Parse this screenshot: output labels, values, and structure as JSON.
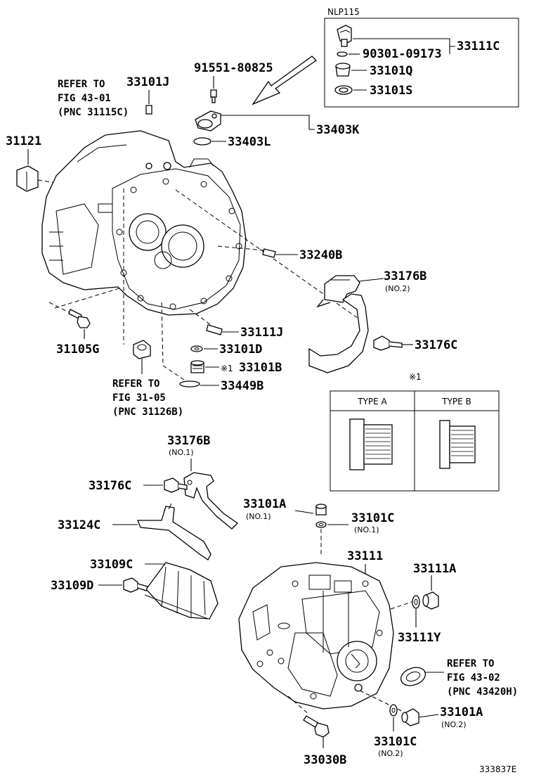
{
  "nlp_label": "NLP115",
  "parts": {
    "p33111C": "33111C",
    "p90301": "90301-09173",
    "p33101Q": "33101Q",
    "p33101S": "33101S",
    "p91551": "91551-80825",
    "p33101J": "33101J",
    "p33403K": "33403K",
    "p33403L": "33403L",
    "p31121": "31121",
    "p33240B": "33240B",
    "p33176B_top": "33176B",
    "p33176B_top_sub": "(NO.2)",
    "p33111J": "33111J",
    "p33176C_top": "33176C",
    "p31105G": "31105G",
    "p33101D": "33101D",
    "p33101B": "33101B",
    "p33101B_mark": "※1",
    "p33449B": "33449B",
    "p33176B_mid": "33176B",
    "p33176B_mid_sub": "(NO.1)",
    "p33176C_mid": "33176C",
    "p33101A_top": "33101A",
    "p33101A_top_sub": "(NO.1)",
    "p33101C_top": "33101C",
    "p33101C_top_sub": "(NO.1)",
    "p33124C": "33124C",
    "p33109C": "33109C",
    "p33109D": "33109D",
    "p33111": "33111",
    "p33111A": "33111A",
    "p33111Y": "33111Y",
    "p33101A_bot": "33101A",
    "p33101A_bot_sub": "(NO.2)",
    "p33101C_bot": "33101C",
    "p33101C_bot_sub": "(NO.2)",
    "p33030B": "33030B"
  },
  "refs": {
    "ref1": [
      "REFER TO",
      "FIG 43-01",
      "(PNC 31115C)"
    ],
    "ref2": [
      "REFER TO",
      "FIG 31-05",
      "(PNC 31126B)"
    ],
    "ref3": [
      "REFER TO",
      "FIG 43-02",
      "(PNC 43420H)"
    ]
  },
  "type_table": {
    "mark": "※1",
    "type_a": "TYPE A",
    "type_b": "TYPE B"
  },
  "diagram_id": "333837E"
}
